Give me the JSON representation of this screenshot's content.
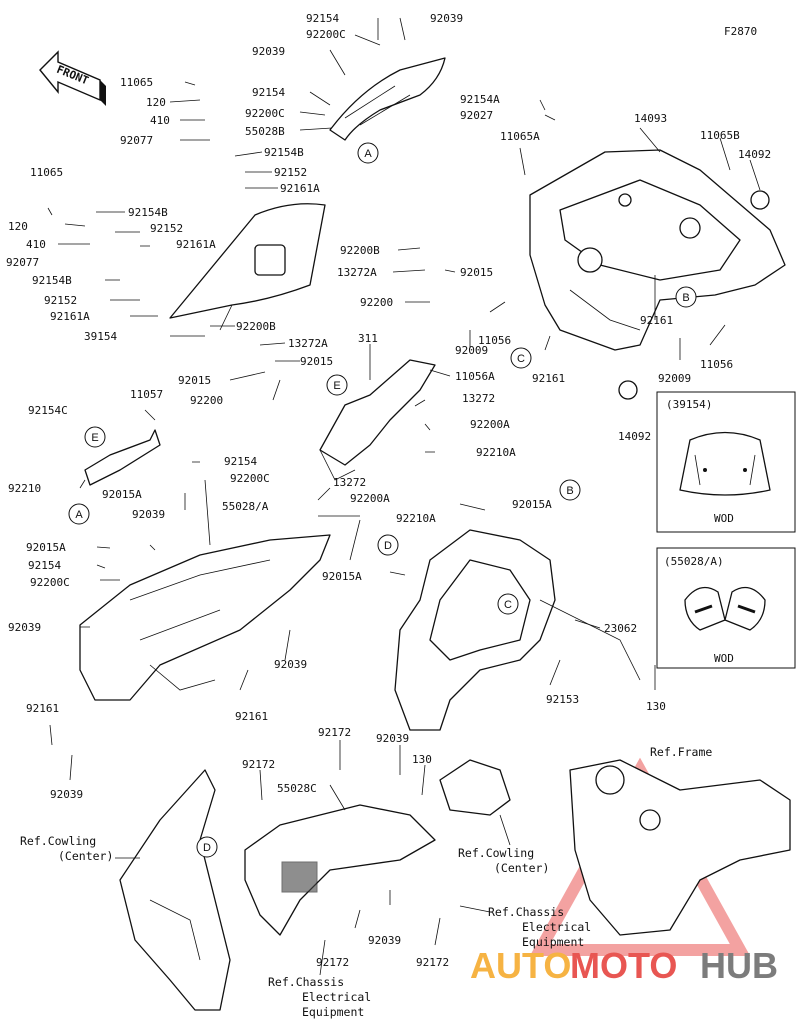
{
  "figure_code": "F2870",
  "front_label": "FRONT",
  "watermark": {
    "part1": "AUTO",
    "part2": "MOTO",
    "part3": "HUB"
  },
  "callouts": {
    "A": "A",
    "B": "B",
    "C": "C",
    "D": "D",
    "E": "E"
  },
  "inset_top": {
    "title": "(39154)",
    "footer": "WOD"
  },
  "inset_bottom": {
    "title": "(55028/A)",
    "footer": "WOD"
  },
  "refs": {
    "frame": "Ref.Frame",
    "cowling_center_1": "Ref.Cowling",
    "cowling_center_1b": "(Center)",
    "cowling_center_2": "Ref.Cowling",
    "cowling_center_2b": "(Center)",
    "chassis_1a": "Ref.Chassis",
    "chassis_1b": "Electrical",
    "chassis_1c": "Equipment",
    "chassis_2a": "Ref.Chassis",
    "chassis_2b": "Electrical",
    "chassis_2c": "Equipment"
  },
  "labels": {
    "l01": "92154",
    "l02": "92039",
    "l03": "92200C",
    "l04": "92039",
    "l05": "92154",
    "l06": "92200C",
    "l07": "55028B",
    "l08": "11065",
    "l09": "120",
    "l10": "410",
    "l11": "92077",
    "l12": "92154B",
    "l13": "92152",
    "l14": "92161A",
    "l15": "11065",
    "l16": "120",
    "l17": "92154B",
    "l18": "92152",
    "l19": "410",
    "l20": "92161A",
    "l21": "92077",
    "l22": "92154B",
    "l23": "92152",
    "l24": "92161A",
    "l25": "39154",
    "l26": "92200B",
    "l27": "13272A",
    "l28": "92015",
    "l29": "92015",
    "l30": "92200",
    "l31": "92154A",
    "l32": "92027",
    "l33": "11065A",
    "l34": "14093",
    "l35": "11065B",
    "l36": "14092",
    "l37": "92200B",
    "l38": "13272A",
    "l39": "92015",
    "l40": "92200",
    "l41": "11056",
    "l42": "92009",
    "l43": "92161",
    "l44": "92161",
    "l45": "92009",
    "l46": "11056",
    "l47": "14092",
    "l48": "311",
    "l49": "11056A",
    "l50": "13272",
    "l51": "92200A",
    "l52": "92210A",
    "l53": "92154C",
    "l54": "11057",
    "l55": "92210",
    "l56": "92154",
    "l57": "92200C",
    "l58": "92015A",
    "l59": "55028/A",
    "l60": "92039",
    "l61": "13272",
    "l62": "92200A",
    "l63": "92210A",
    "l64": "92015A",
    "l65": "92015A",
    "l66": "92154",
    "l67": "92200C",
    "l68": "92015A",
    "l69": "92039",
    "l70": "92039",
    "l71": "92161",
    "l72": "23062",
    "l73": "92153",
    "l74": "130",
    "l75": "92161",
    "l76": "92039",
    "l77": "92172",
    "l78": "92039",
    "l79": "92172",
    "l80": "130",
    "l81": "55028C",
    "l82": "92039",
    "l83": "92172",
    "l84": "92172"
  },
  "colors": {
    "watermark_red": "#e53935",
    "watermark_orange": "#f5a623",
    "watermark_gray": "#666666"
  }
}
